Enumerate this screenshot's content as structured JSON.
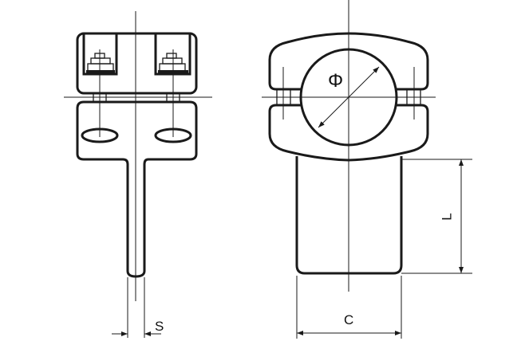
{
  "labels": {
    "thickness": "S",
    "length": "L",
    "width": "C",
    "diameter": "Φ"
  },
  "colors": {
    "stroke": "#1a1a1a",
    "background": "#ffffff"
  }
}
